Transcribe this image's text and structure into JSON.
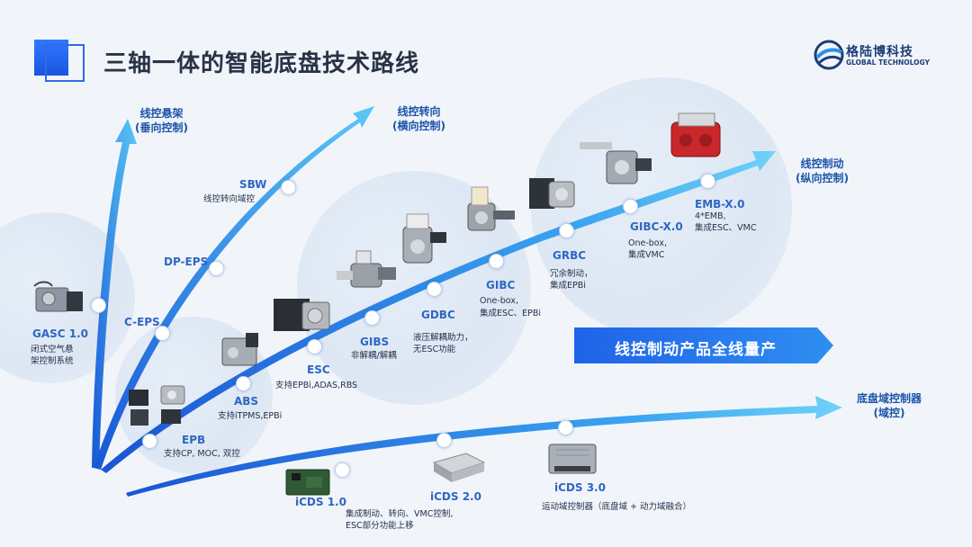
{
  "header": {
    "title": "三轴一体的智能底盘技术路线",
    "logo_name": "格陆博科技",
    "logo_sub": "GLOBAL TECHNOLOGY"
  },
  "axes": {
    "suspension": {
      "line1": "线控悬架",
      "line2": "(垂向控制)"
    },
    "steering": {
      "line1": "线控转向",
      "line2": "(横向控制)"
    },
    "braking": {
      "line1": "线控制动",
      "line2": "(纵向控制)"
    },
    "domain": {
      "line1": "底盘域控制器",
      "line2": "(域控)"
    }
  },
  "nodes": {
    "gasc": {
      "name": "GASC 1.0",
      "desc1": "闭式空气悬",
      "desc2": "架控制系统"
    },
    "ceps": {
      "name": "C-EPS"
    },
    "dpeps": {
      "name": "DP-EPS"
    },
    "sbw": {
      "name": "SBW",
      "desc1": "线控转向域控"
    },
    "epb": {
      "name": "EPB",
      "desc1": "支持CP, MOC, 双控"
    },
    "abs": {
      "name": "ABS",
      "desc1": "支持iTPMS,EPBi"
    },
    "esc": {
      "name": "ESC",
      "desc1": "支持EPBi,ADAS,RBS"
    },
    "gibs": {
      "name": "GIBS",
      "desc1": "非解耦/解耦"
    },
    "gdbc": {
      "name": "GDBC",
      "desc1": "液压解耦助力，",
      "desc2": "无ESC功能"
    },
    "gibc": {
      "name": "GIBC",
      "desc1": "One-box,",
      "desc2": "集成ESC、EPBi"
    },
    "grbc": {
      "name": "GRBC",
      "desc1": "冗余制动，",
      "desc2": "集成EPBi"
    },
    "gibcx": {
      "name": "GIBC-X.0",
      "desc1": "One-box,",
      "desc2": "集成VMC"
    },
    "emb": {
      "name": "EMB-X.0",
      "desc1": "4*EMB,",
      "desc2": "集成ESC、VMC"
    },
    "icds1": {
      "name": "iCDS 1.0",
      "desc1": "集成制动、转向、VMC控制,",
      "desc2": "ESC部分功能上移"
    },
    "icds2": {
      "name": "iCDS 2.0"
    },
    "icds3": {
      "name": "iCDS 3.0",
      "desc1": "运动域控制器（底盘域 + 动力域融合）"
    }
  },
  "banner": {
    "text": "线控制动产品全线量产"
  },
  "colors": {
    "arrow_dark": "#1a5fd8",
    "arrow_light": "#5cc8f7",
    "title_blue": "#1d54a8",
    "node_blue": "#2f67c3"
  }
}
